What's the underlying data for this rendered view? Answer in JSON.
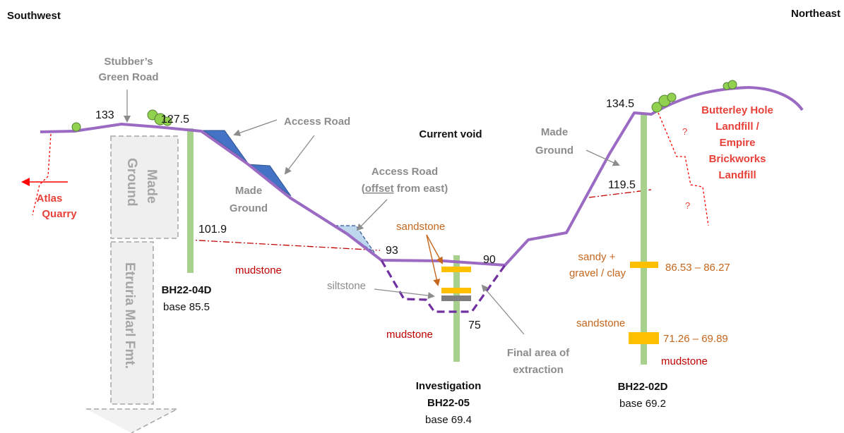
{
  "directions": {
    "left": "Southwest",
    "right": "Northeast"
  },
  "labels": {
    "stubbers_line1": "Stubber’s",
    "stubbers_line2": "Green Road",
    "access_road": "Access Road",
    "current_void": "Current void",
    "made_ground_vertical_1": "Made",
    "made_ground_vertical_2": "Ground",
    "made_ground_center_1": "Made",
    "made_ground_center_2": "Ground",
    "made_ground_right_1": "Made",
    "made_ground_right_2": "Ground",
    "access_road_offset_line1": "Access Road",
    "access_road_offset_prefix": "(",
    "access_road_offset_underlined": "offset",
    "access_road_offset_suffix": " from east)",
    "etruria": "Etruria Marl Fmt.",
    "atlas_1": "Atlas",
    "atlas_2": "Quarry",
    "butterley_1": "Butterley Hole",
    "butterley_2": "Landfill /",
    "butterley_3": "Empire",
    "butterley_4": "Brickworks",
    "butterley_5": "Landfill",
    "question_1": "?",
    "question_2": "?",
    "mudstone_left": "mudstone",
    "mudstone_center": "mudstone",
    "mudstone_right": "mudstone",
    "sandstone_center": "sandstone",
    "siltstone": "siltstone",
    "sandy_1": "sandy +",
    "sandy_2": "gravel / clay",
    "sandstone_right": "sandstone",
    "final_area_1": "Final area of",
    "final_area_2": "extraction"
  },
  "elevations": {
    "e133": "133",
    "e127_5": "127.5",
    "e101_9": "101.9",
    "e93": "93",
    "e90": "90",
    "e75": "75",
    "e134_5": "134.5",
    "e119_5": "119.5"
  },
  "ranges": {
    "range_upper": "86.53 – 86.27",
    "range_lower": "71.26 – 69.89"
  },
  "boreholes": {
    "bh04_name": "BH22-04D",
    "bh04_base": "base 85.5",
    "bh05_title": "Investigation",
    "bh05_name": "BH22-05",
    "bh05_base": "base 69.4",
    "bh02_name": "BH22-02D",
    "bh02_base": "base 69.2"
  },
  "colors": {
    "ground_profile": "#9b6bc4",
    "extraction_outline": "#7030a0",
    "borehole": "#a9d18e",
    "access_road_fill": "#4472c4",
    "offset_road_fill": "#bdd7ee",
    "sandstone_band": "#ffc000",
    "siltstone_band": "#7f7f7f",
    "contact_line": "#c00000",
    "landfill_text": "#e8413a",
    "bedrock_text": "#c00000",
    "lithology_text": "#c5661c",
    "annotation_text": "#8c8c8c",
    "tree": "#92d050"
  }
}
